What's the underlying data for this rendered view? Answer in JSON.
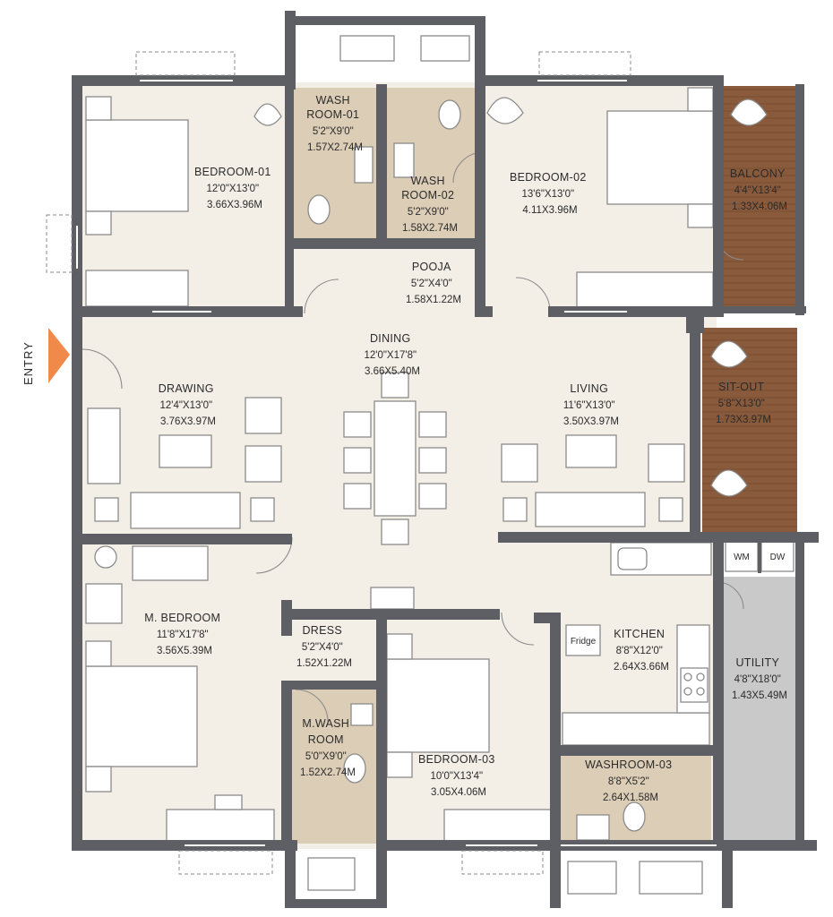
{
  "colors": {
    "wall": "#5e5f64",
    "floor": "#f3efe6",
    "wet_area": "#dccdb6",
    "deck": "#8a5a3c",
    "utility": "#c9c9c9",
    "furniture_stroke": "#8b8b8b",
    "entry_arrow": "#f08a4b"
  },
  "entry": {
    "label": "ENTRY",
    "icon": "arrow-right-icon"
  },
  "rooms": [
    {
      "id": "bedroom-01",
      "name": "BEDROOM-01",
      "dim_ft": "12'0\"X13'0\"",
      "dim_m": "3.66X3.96M"
    },
    {
      "id": "washroom-01",
      "name": [
        "WASH",
        "ROOM-01"
      ],
      "dim_ft": "5'2\"X9'0\"",
      "dim_m": "1.57X2.74M"
    },
    {
      "id": "washroom-02",
      "name": [
        "WASH",
        "ROOM-02"
      ],
      "dim_ft": "5'2\"X9'0\"",
      "dim_m": "1.58X2.74M"
    },
    {
      "id": "bedroom-02",
      "name": "BEDROOM-02",
      "dim_ft": "13'6\"X13'0\"",
      "dim_m": "4.11X3.96M"
    },
    {
      "id": "balcony",
      "name": "BALCONY",
      "dim_ft": "4'4\"X13'4\"",
      "dim_m": "1.33X4.06M"
    },
    {
      "id": "pooja",
      "name": "POOJA",
      "dim_ft": "5'2\"X4'0\"",
      "dim_m": "1.58X1.22M"
    },
    {
      "id": "dining",
      "name": "DINING",
      "dim_ft": "12'0\"X17'8\"",
      "dim_m": "3.66X5.40M"
    },
    {
      "id": "drawing",
      "name": "DRAWING",
      "dim_ft": "12'4\"X13'0\"",
      "dim_m": "3.76X3.97M"
    },
    {
      "id": "living",
      "name": "LIVING",
      "dim_ft": "11'6\"X13'0\"",
      "dim_m": "3.50X3.97M"
    },
    {
      "id": "sit-out",
      "name": "SIT-OUT",
      "dim_ft": "5'8\"X13'0\"",
      "dim_m": "1.73X3.97M"
    },
    {
      "id": "master-bedroom",
      "name": "M. BEDROOM",
      "dim_ft": "11'8\"X17'8\"",
      "dim_m": "3.56X5.39M"
    },
    {
      "id": "dress",
      "name": "DRESS",
      "dim_ft": "5'2\"X4'0\"",
      "dim_m": "1.52X1.22M"
    },
    {
      "id": "master-washroom",
      "name": [
        "M.WASH",
        "ROOM"
      ],
      "dim_ft": "5'0\"X9'0\"",
      "dim_m": "1.52X2.74M"
    },
    {
      "id": "bedroom-03",
      "name": "BEDROOM-03",
      "dim_ft": "10'0\"X13'4\"",
      "dim_m": "3.05X4.06M"
    },
    {
      "id": "kitchen",
      "name": "KITCHEN",
      "dim_ft": "8'8\"X12'0\"",
      "dim_m": "2.64X3.66M"
    },
    {
      "id": "utility",
      "name": "UTILITY",
      "dim_ft": "4'8\"X18'0\"",
      "dim_m": "1.43X5.49M"
    },
    {
      "id": "washroom-03",
      "name": "WASHROOM-03",
      "dim_ft": "8'8\"X5'2\"",
      "dim_m": "2.64X1.58M"
    }
  ],
  "fixtures": {
    "fridge": "Fridge",
    "washing_machine": "WM",
    "dishwasher": "DW"
  }
}
